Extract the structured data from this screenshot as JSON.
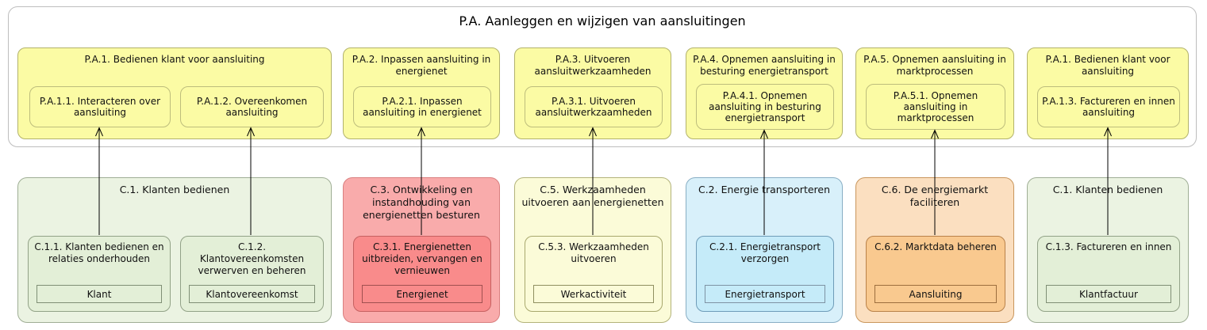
{
  "title": "P.A. Aanleggen en wijzigen van aansluitingen",
  "top_groups": [
    {
      "title": "P.A.1. Bedienen klant voor aansluiting",
      "children": [
        {
          "title": "P.A.1.1. Interacteren over aansluiting"
        },
        {
          "title": "P.A.1.2. Overeenkomen aansluiting"
        }
      ]
    },
    {
      "title": "P.A.2. Inpassen aansluiting in energienet",
      "children": [
        {
          "title": "P.A.2.1. Inpassen aansluiting in energienet"
        }
      ]
    },
    {
      "title": "P.A.3. Uitvoeren aansluitwerkzaamheden",
      "children": [
        {
          "title": "P.A.3.1. Uitvoeren aansluitwerkzaamheden"
        }
      ]
    },
    {
      "title": "P.A.4. Opnemen aansluiting in besturing energietransport",
      "children": [
        {
          "title": "P.A.4.1. Opnemen aansluiting in besturing energietransport"
        }
      ]
    },
    {
      "title": "P.A.5. Opnemen aansluiting in marktprocessen",
      "children": [
        {
          "title": "P.A.5.1. Opnemen aansluiting in marktprocessen"
        }
      ]
    },
    {
      "title": "P.A.1. Bedienen klant voor aansluiting",
      "children": [
        {
          "title": "P.A.1.3. Factureren en innen aansluiting"
        }
      ]
    }
  ],
  "bottom_groups": [
    {
      "title": "C.1. Klanten bedienen",
      "theme": "green",
      "children": [
        {
          "title": "C.1.1. Klanten bedienen en relaties onderhouden",
          "object": "Klant"
        },
        {
          "title": "C.1.2. Klantovereenkomsten verwerven en beheren",
          "object": "Klantovereenkomst"
        }
      ]
    },
    {
      "title": "C.3. Ontwikkeling en instandhouding van energienetten besturen",
      "theme": "red",
      "children": [
        {
          "title": "C.3.1. Energienetten uitbreiden, vervangen en vernieuwen",
          "object": "Energienet"
        }
      ]
    },
    {
      "title": "C.5. Werkzaamheden uitvoeren aan energienetten",
      "theme": "paleyellow",
      "children": [
        {
          "title": "C.5.3. Werkzaamheden uitvoeren",
          "object": "Werkactiviteit"
        }
      ]
    },
    {
      "title": "C.2. Energie transporteren",
      "theme": "blue",
      "children": [
        {
          "title": "C.2.1. Energietransport verzorgen",
          "object": "Energietransport"
        }
      ]
    },
    {
      "title": "C.6. De energiemarkt faciliteren",
      "theme": "orange",
      "children": [
        {
          "title": "C.6.2. Marktdata beheren",
          "object": "Aansluiting"
        }
      ]
    },
    {
      "title": "C.1. Klanten bedienen",
      "theme": "green",
      "children": [
        {
          "title": "C.1.3. Factureren en innen",
          "object": "Klantfactuur"
        }
      ]
    }
  ],
  "colors": {
    "process_yellow_fill": "#fbfba4",
    "process_yellow_border": "#b2b26b",
    "green_fill": "#ebf3e2",
    "green_inner_fill": "#e3efd7",
    "red_fill": "#f9abab",
    "red_inner_fill": "#f98b8b",
    "paleyellow_fill": "#fbfbd8",
    "blue_fill": "#d8f0fa",
    "blue_inner_fill": "#c5ebf9",
    "orange_fill": "#fbdfc0",
    "orange_inner_fill": "#f9c98f",
    "arrow_color": "#000000"
  }
}
